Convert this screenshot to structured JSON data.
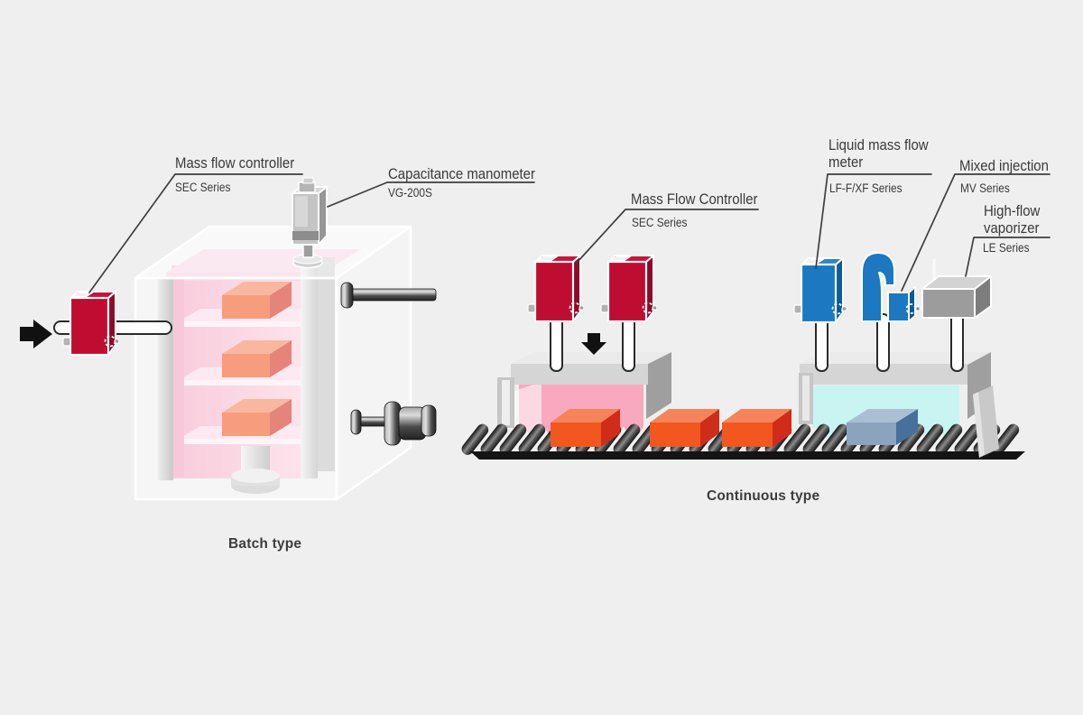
{
  "sections": {
    "batch": {
      "caption": "Batch type",
      "labels": {
        "mass_flow_controller": {
          "title": "Mass flow controller",
          "series": "SEC Series"
        },
        "capacitance_manometer": {
          "title": "Capacitance manometer",
          "series": "VG-200S"
        }
      }
    },
    "continuous": {
      "caption": "Continuous type",
      "labels": {
        "mass_flow_controller": {
          "title": "Mass Flow Controller",
          "series": "SEC Series"
        },
        "liquid_mass_flow_meter": {
          "title": "Liquid mass flow meter",
          "series": "LF-F/XF Series"
        },
        "mixed_injection": {
          "title": "Mixed injection",
          "series": "MV Series"
        },
        "high_flow_vaporizer": {
          "title": "High-flow vaporizer",
          "series": "LE Series"
        }
      }
    }
  },
  "colors": {
    "background": "#efefef",
    "label_text": "#3a3a3a",
    "device_red": "#bf0d31",
    "device_blue": "#1b78c1",
    "box_orange": "#f1571f",
    "box_bluegray": "#8ba3bd",
    "chamber_pink": "#f6b3cb",
    "hood_pink": "#f9a9bf",
    "hood_cyan": "#c8f4f2",
    "structure_gray": "#c6c6c6",
    "conveyor_dark": "#1c1c1c"
  }
}
